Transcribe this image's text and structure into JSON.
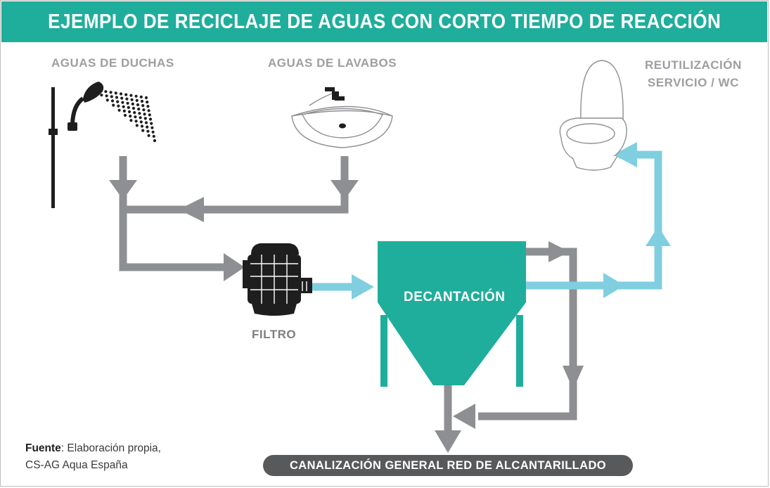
{
  "title": "EJEMPLO DE RECICLAJE DE AGUAS CON CORTO TIEMPO DE REACCIÓN",
  "sources": {
    "showers": "AGUAS DE DUCHAS",
    "sinks": "AGUAS DE LAVABOS"
  },
  "reuse": {
    "line1": "REUTILIZACIÓN",
    "line2": "SERVICIO / WC"
  },
  "filter_label": "FILTRO",
  "decantation_label": "DECANTACIÓN",
  "sewer_label": "CANALIZACIÓN GENERAL RED DE ALCANTARILLADO",
  "source_note": {
    "bold": "Fuente",
    "rest_line1": ": Elaboración propia,",
    "line2": "CS-AG Aqua España"
  },
  "colors": {
    "teal": "#1fae9b",
    "grey_water": "#8e8f92",
    "clean_water": "#7fcfe0",
    "dark": "#1e1e1e",
    "sewer_pill": "#58595b"
  },
  "icons": [
    "shower-icon",
    "sink-icon",
    "toilet-icon",
    "filter-icon",
    "decantation-tank-icon"
  ]
}
